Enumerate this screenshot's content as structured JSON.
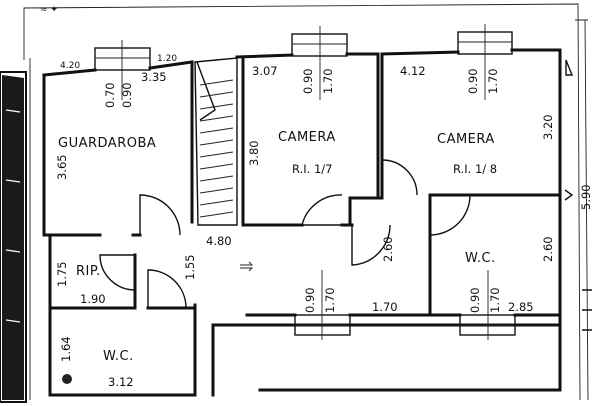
{
  "header": {
    "scribble": "≈ ✦"
  },
  "rooms": {
    "guardaroba": {
      "name": "GUARDAROBA",
      "width": "3.35",
      "height": "3.65",
      "small_note_left": "4.20",
      "small_note_right": "1.20"
    },
    "camera_1": {
      "name": "CAMERA",
      "ref": "R.I. 1/7",
      "width": "3.07",
      "height": "3.80"
    },
    "camera_2": {
      "name": "CAMERA",
      "ref": "R.I. 1/ 8",
      "width": "4.12",
      "height": "3.20"
    },
    "ripostiglio": {
      "name": "RIP.",
      "width": "1.90",
      "height": "1.75"
    },
    "corridor": {
      "width": "4.80",
      "height": "1.55"
    },
    "wc_1": {
      "name": "W.C.",
      "width": "3.12",
      "height": "1.64"
    },
    "wc_2": {
      "name": "W.C.",
      "width": "2.85",
      "height": "2.60"
    },
    "hall": {
      "height": "2.60",
      "width": "1.70"
    },
    "right_side": {
      "total": "5.90"
    }
  },
  "windows": {
    "guardaroba": {
      "w": "0.70",
      "h": "0.90"
    },
    "camera_1": {
      "w": "0.90",
      "h": "1.70"
    },
    "camera_2": {
      "w": "0.90",
      "h": "1.70"
    },
    "corridor": {
      "w": "0.90",
      "h": "1.70"
    },
    "wc_2": {
      "w": "0.90",
      "h": "1.70"
    }
  }
}
